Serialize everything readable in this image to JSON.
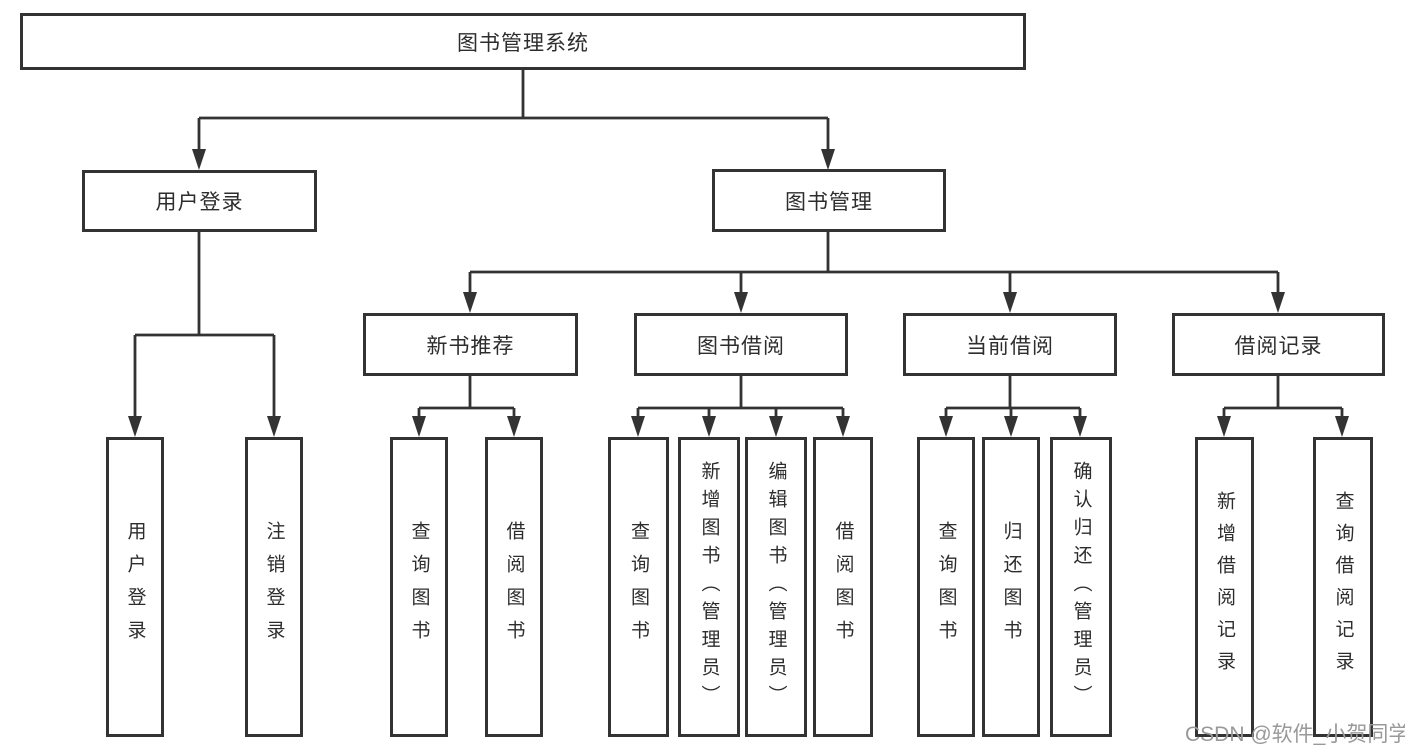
{
  "diagram_title": "图书管理系统",
  "tree": {
    "root": {
      "label": "图书管理系统",
      "children": [
        {
          "label": "用户登录",
          "children": [
            {
              "label": "用户登录"
            },
            {
              "label": "注销登录"
            }
          ]
        },
        {
          "label": "图书管理",
          "children": [
            {
              "label": "新书推荐",
              "children": [
                {
                  "label": "查询图书"
                },
                {
                  "label": "借阅图书"
                }
              ]
            },
            {
              "label": "图书借阅",
              "children": [
                {
                  "label": "查询图书"
                },
                {
                  "label": "新增图书（管理员）"
                },
                {
                  "label": "编辑图书（管理员）"
                },
                {
                  "label": "借阅图书"
                }
              ]
            },
            {
              "label": "当前借阅",
              "children": [
                {
                  "label": "查询图书"
                },
                {
                  "label": "归还图书"
                },
                {
                  "label": "确认归还（管理员）"
                }
              ]
            },
            {
              "label": "借阅记录",
              "children": [
                {
                  "label": "新增借阅记录"
                },
                {
                  "label": "查询借阅记录"
                }
              ]
            }
          ]
        }
      ]
    }
  },
  "watermark": "CSDN @软件_小贺同学",
  "colors": {
    "line": "#333333",
    "text": "#2d2d2d",
    "watermark": "#999999",
    "background": "#ffffff"
  }
}
